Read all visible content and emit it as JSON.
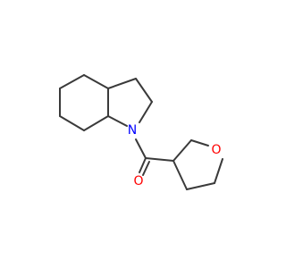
{
  "molecule": {
    "atoms": [
      {
        "id": "N1",
        "label": "N",
        "color": "#0000ff"
      },
      {
        "id": "O1",
        "label": "O",
        "color": "#ff0000"
      },
      {
        "id": "O2",
        "label": "O",
        "color": "#ff0000"
      }
    ],
    "bond_color": "#3a3a3a"
  }
}
